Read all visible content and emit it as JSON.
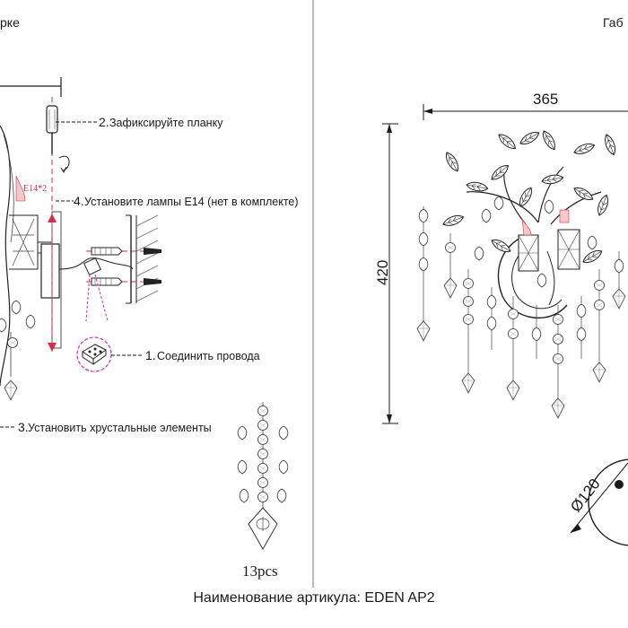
{
  "left_panel": {
    "header_fragment": "рке",
    "steps": [
      {
        "number": "2.",
        "text": "Зафиксируйте планку"
      },
      {
        "number": "4.",
        "text": "Установите лампы E14 (нет в комплекте)"
      },
      {
        "number": "1.",
        "text": "Соединить провода"
      },
      {
        "number": "3.",
        "text": "Установить хрустальные элементы"
      }
    ],
    "lamp_label": "E14*2",
    "crystal_count": "13pcs"
  },
  "right_panel": {
    "header_fragment": "Габ",
    "width_dim": "365",
    "height_dim": "420",
    "base_diameter": "Ø120"
  },
  "footer": {
    "article_name": "Наименование артикула: EDEN AP2"
  },
  "colors": {
    "accent_red": "#d0304a",
    "magenta_leader": "#d62f9a",
    "line": "#1a1a1a"
  }
}
